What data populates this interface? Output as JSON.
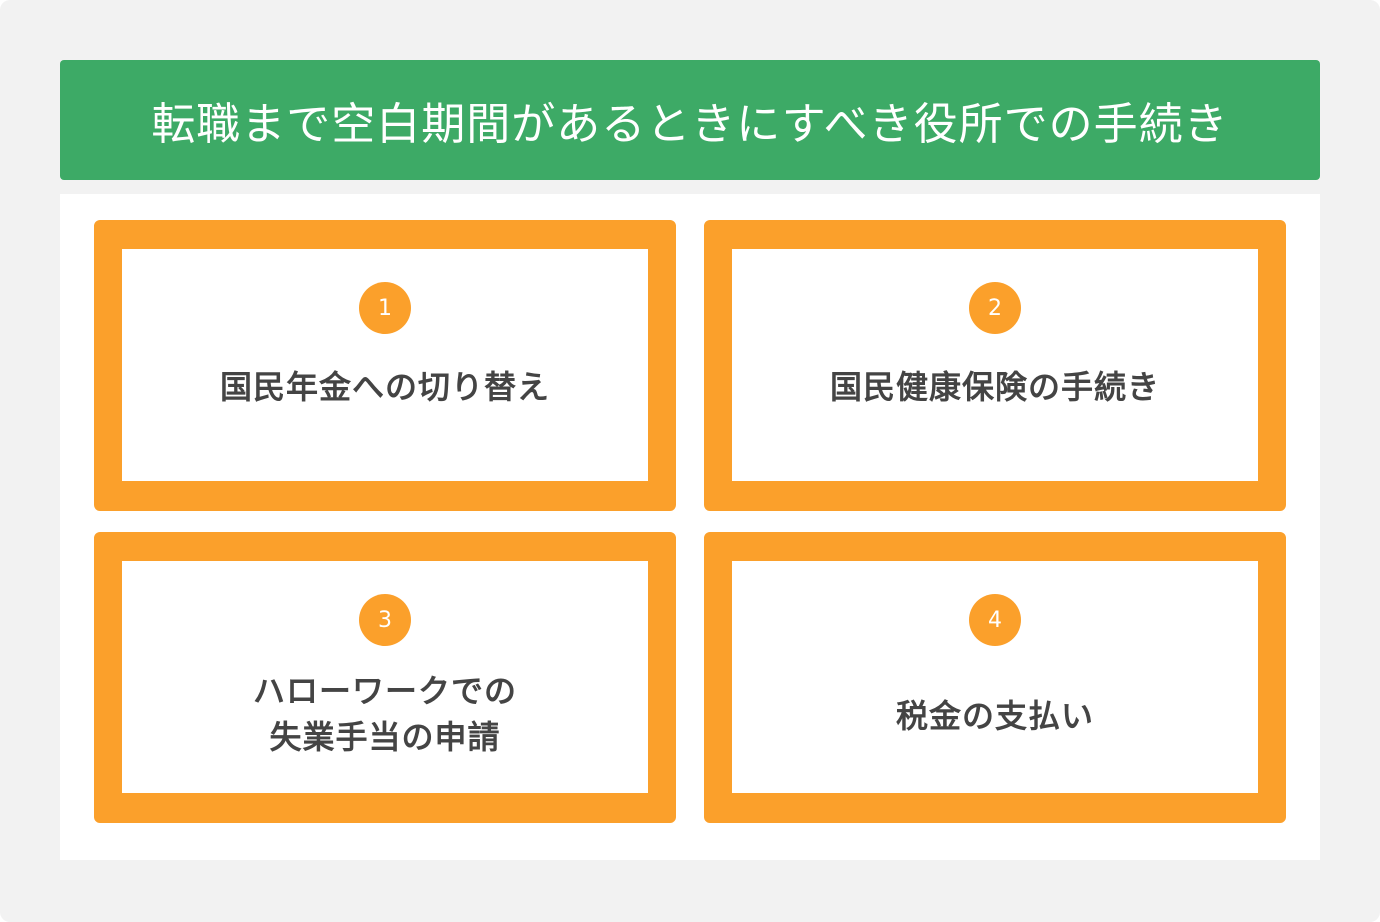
{
  "header": {
    "title": "転職まで空白期間があるときにすべき役所での手続き"
  },
  "colors": {
    "header_bg": "#3daa66",
    "accent": "#fba02b",
    "text": "#444444",
    "background": "#f2f2f2"
  },
  "items": [
    {
      "number": "1",
      "label": "国民年金への切り替え"
    },
    {
      "number": "2",
      "label": "国民健康保険の手続き"
    },
    {
      "number": "3",
      "label_line1": "ハローワークでの",
      "label_line2": "失業手当の申請"
    },
    {
      "number": "4",
      "label": "税金の支払い"
    }
  ]
}
